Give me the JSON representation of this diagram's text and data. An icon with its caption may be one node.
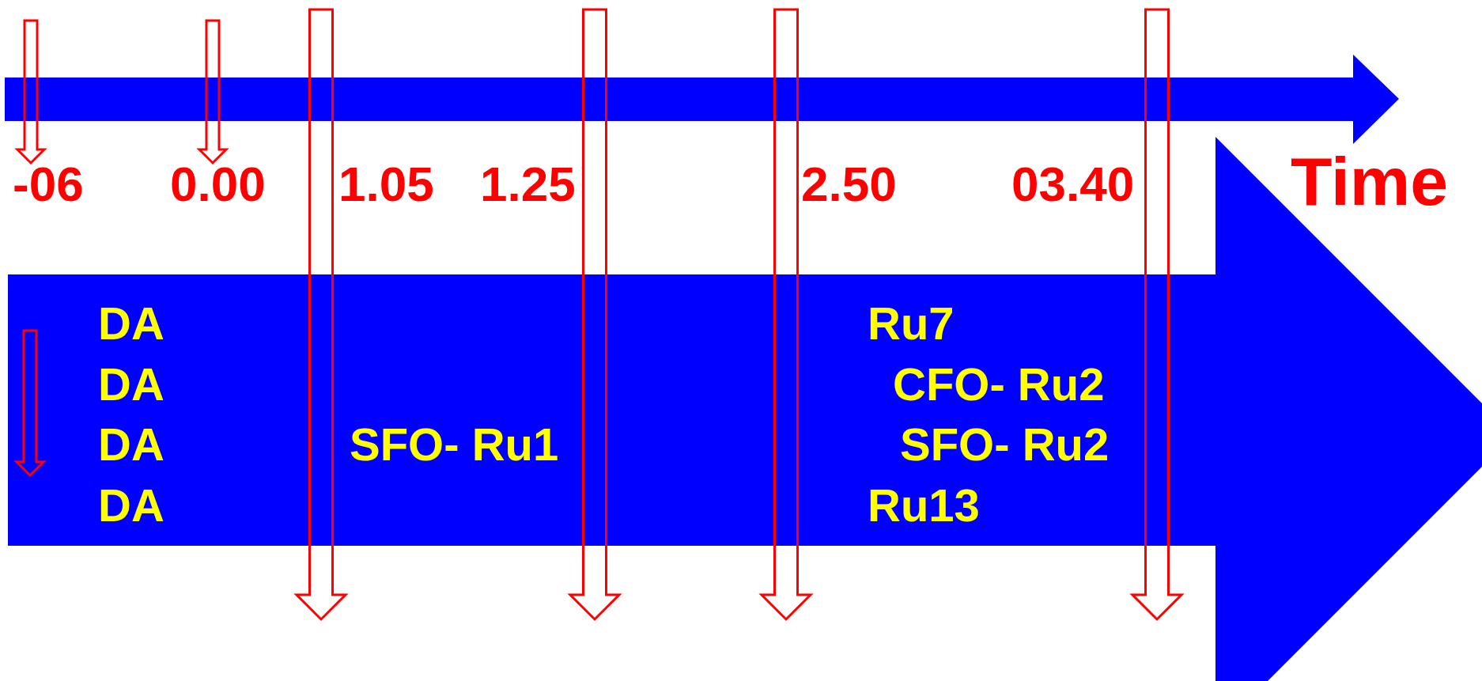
{
  "diagram": {
    "nodes": [
      {
        "text": [
          "DA",
          "DA",
          "DA",
          "DA",
          "SFO- Ru1",
          "Ru7",
          "CFO- Ru2",
          "SFO- Ru2",
          "Ru13"
        ]
      }
    ],
    "edges": [],
    "labels": [
      "-06",
      "0.00",
      "1.05",
      "1.25",
      "2.50",
      "03.40",
      "Time"
    ]
  }
}
